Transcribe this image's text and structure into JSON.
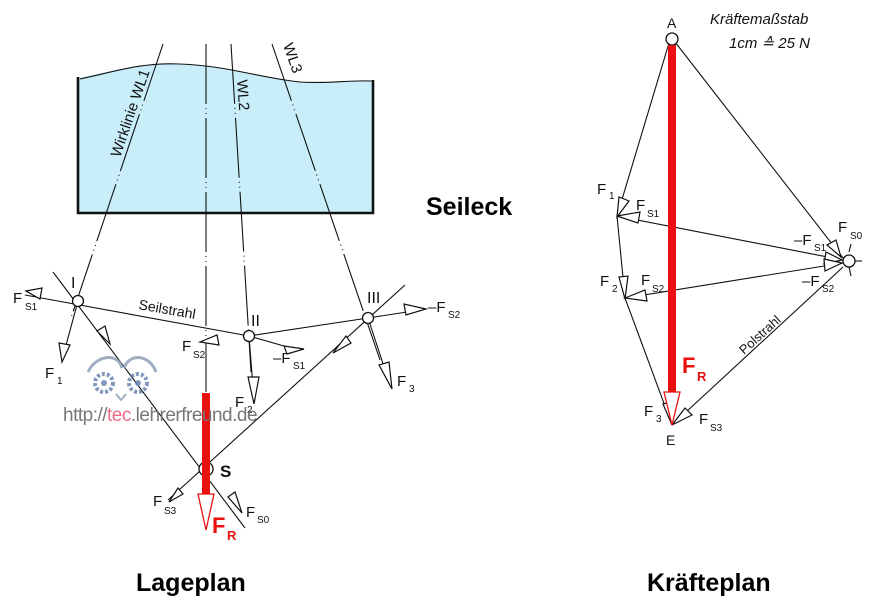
{
  "headings": {
    "center": "Seileck",
    "left": "Lageplan",
    "right": "Kräfteplan"
  },
  "colors": {
    "resultant": "#e8110f",
    "body_fill": "#c9eefa",
    "lines": "#111111"
  },
  "lageplan": {
    "line_labels": {
      "wl1": "Wirklinie WL1",
      "wl2": "WL2",
      "wl3": "WL3"
    },
    "nodes": {
      "n1": "I",
      "n2": "II",
      "n3": "III",
      "s": "S"
    },
    "rope_label": "Seilstrahl",
    "forces": {
      "fs1": {
        "main": "F",
        "sub": "S1"
      },
      "f1": {
        "main": "F",
        "sub": "1"
      },
      "fs2": {
        "main": "F",
        "sub": "S2"
      },
      "neg_fs1": {
        "main": "–F",
        "sub": "S1"
      },
      "f2": {
        "main": "F",
        "sub": "2"
      },
      "neg_fs2": {
        "main": "–F",
        "sub": "S2"
      },
      "f3": {
        "main": "F",
        "sub": "3"
      },
      "fs3": {
        "main": "F",
        "sub": "S3"
      },
      "fs0": {
        "main": "F",
        "sub": "S0"
      },
      "fr": {
        "main": "F",
        "sub": "R"
      }
    },
    "watermark": {
      "prefix": "http://",
      "highlight": "tec",
      "suffix": ".lehrerfreund.de"
    }
  },
  "kraefteplan": {
    "scale_title": "Kräftemaßstab",
    "scale_value": "1cm ≙ 25 N",
    "points": {
      "start": "A",
      "end": "E"
    },
    "pole_label": "Polstrahl",
    "forces": {
      "f1": {
        "main": "F",
        "sub": "1"
      },
      "fs1": {
        "main": "F",
        "sub": "S1"
      },
      "f2": {
        "main": "F",
        "sub": "2"
      },
      "fs2": {
        "main": "F",
        "sub": "S2"
      },
      "f3": {
        "main": "F",
        "sub": "3"
      },
      "fs3": {
        "main": "F",
        "sub": "S3"
      },
      "fs0": {
        "main": "F",
        "sub": "S0"
      },
      "neg_fs1": {
        "main": "–F",
        "sub": "S1"
      },
      "neg_fs2": {
        "main": "–F",
        "sub": "S2"
      },
      "fr": {
        "main": "F",
        "sub": "R"
      }
    }
  }
}
